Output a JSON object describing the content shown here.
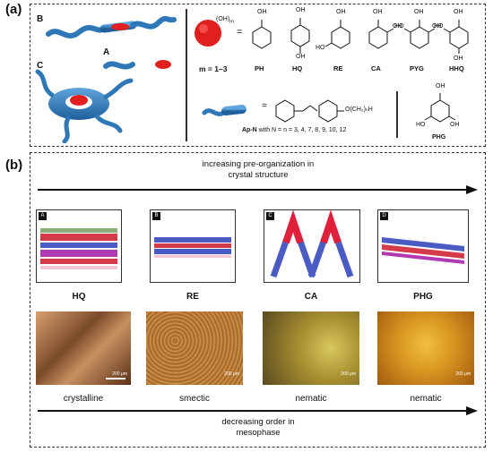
{
  "panel_a": {
    "label": "(a)",
    "model_labels": [
      "B",
      "C",
      "A"
    ],
    "oh_label": "(OH)",
    "oh_sub": "m",
    "equals": "=",
    "m_range": "m = 1–3",
    "compounds": [
      "PH",
      "HQ",
      "RE",
      "CA",
      "PYG",
      "HHQ"
    ],
    "apn_formula": "O(CH₂)ₙH",
    "apn_caption_bold": "Ap-N",
    "apn_caption_rest": " with N = n = 3, 4, 7, 8, 9, 10, 12",
    "phg_label": "PHG",
    "oh": "OH",
    "ho": "HO"
  },
  "panel_b": {
    "label": "(b)",
    "top_arrow_text_line1": "increasing pre-organization in",
    "top_arrow_text_line2": "crystal structure",
    "struct_tags": [
      "A",
      "B",
      "C",
      "D"
    ],
    "compounds": [
      "HQ",
      "RE",
      "CA",
      "PHG"
    ],
    "scale_label": "200 μm",
    "phases": [
      "crystalline",
      "smectic",
      "nematic",
      "nematic"
    ],
    "bottom_arrow_text_line1": "decreasing order in",
    "bottom_arrow_text_line2": "mesophase"
  }
}
